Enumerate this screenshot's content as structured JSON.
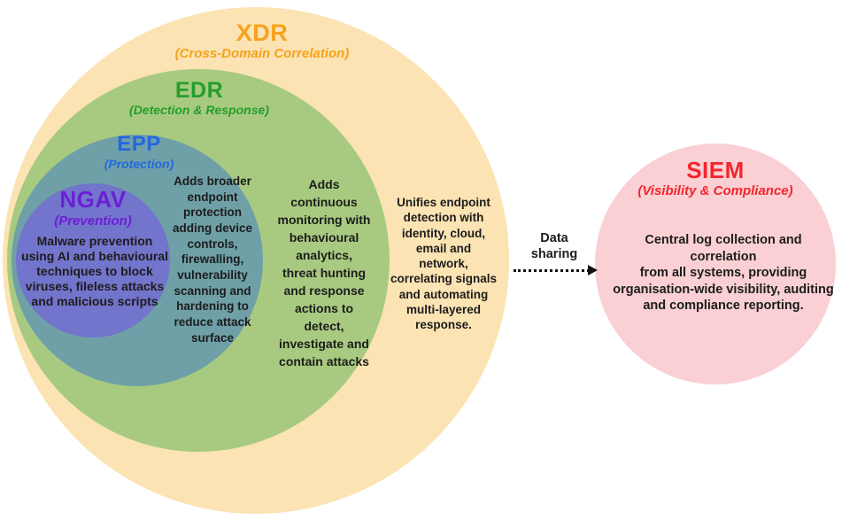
{
  "layers": {
    "xdr": {
      "label": "XDR",
      "subtitle": "(Cross-Domain Correlation)",
      "body": "Unifies endpoint\ndetection with\nidentity, cloud,\nemail and\nnetwork,\ncorrelating signals\nand automating\nmulti-layered\nresponse.",
      "fill": "#FBE3B3",
      "title_color": "#F6A21C"
    },
    "edr": {
      "label": "EDR",
      "subtitle": "(Detection & Response)",
      "body": "Adds\ncontinuous\nmonitoring with\nbehavioural\nanalytics,\nthreat hunting\nand response\nactions to\ndetect,\ninvestigate and\ncontain attacks",
      "fill": "#A8CA80",
      "title_color": "#239E2B"
    },
    "epp": {
      "label": "EPP",
      "subtitle": "(Protection)",
      "body": "Adds broader\nendpoint\nprotection\nadding device\ncontrols,\nfirewalling,\nvulnerability\nscanning and\nhardening to\nreduce attack\nsurface",
      "fill": "#6FA0A7",
      "title_color": "#2268DE"
    },
    "ngav": {
      "label": "NGAV",
      "subtitle": "(Prevention)",
      "body": "Malware prevention\nusing AI and behavioural\ntechniques to block\nviruses, fileless attacks\nand malicious scripts",
      "fill": "#7374CB",
      "title_color": "#6C1ED6"
    }
  },
  "siem": {
    "label": "SIEM",
    "subtitle": "(Visibility & Compliance)",
    "body": "Central log collection and correlation\nfrom all systems, providing\norganisation-wide visibility, auditing\nand compliance reporting.",
    "fill": "#FAD0D4",
    "title_color": "#F2262C"
  },
  "connector": {
    "label": "Data\nsharing",
    "color": "#111111"
  },
  "body_text_color": "#1C1C1C"
}
